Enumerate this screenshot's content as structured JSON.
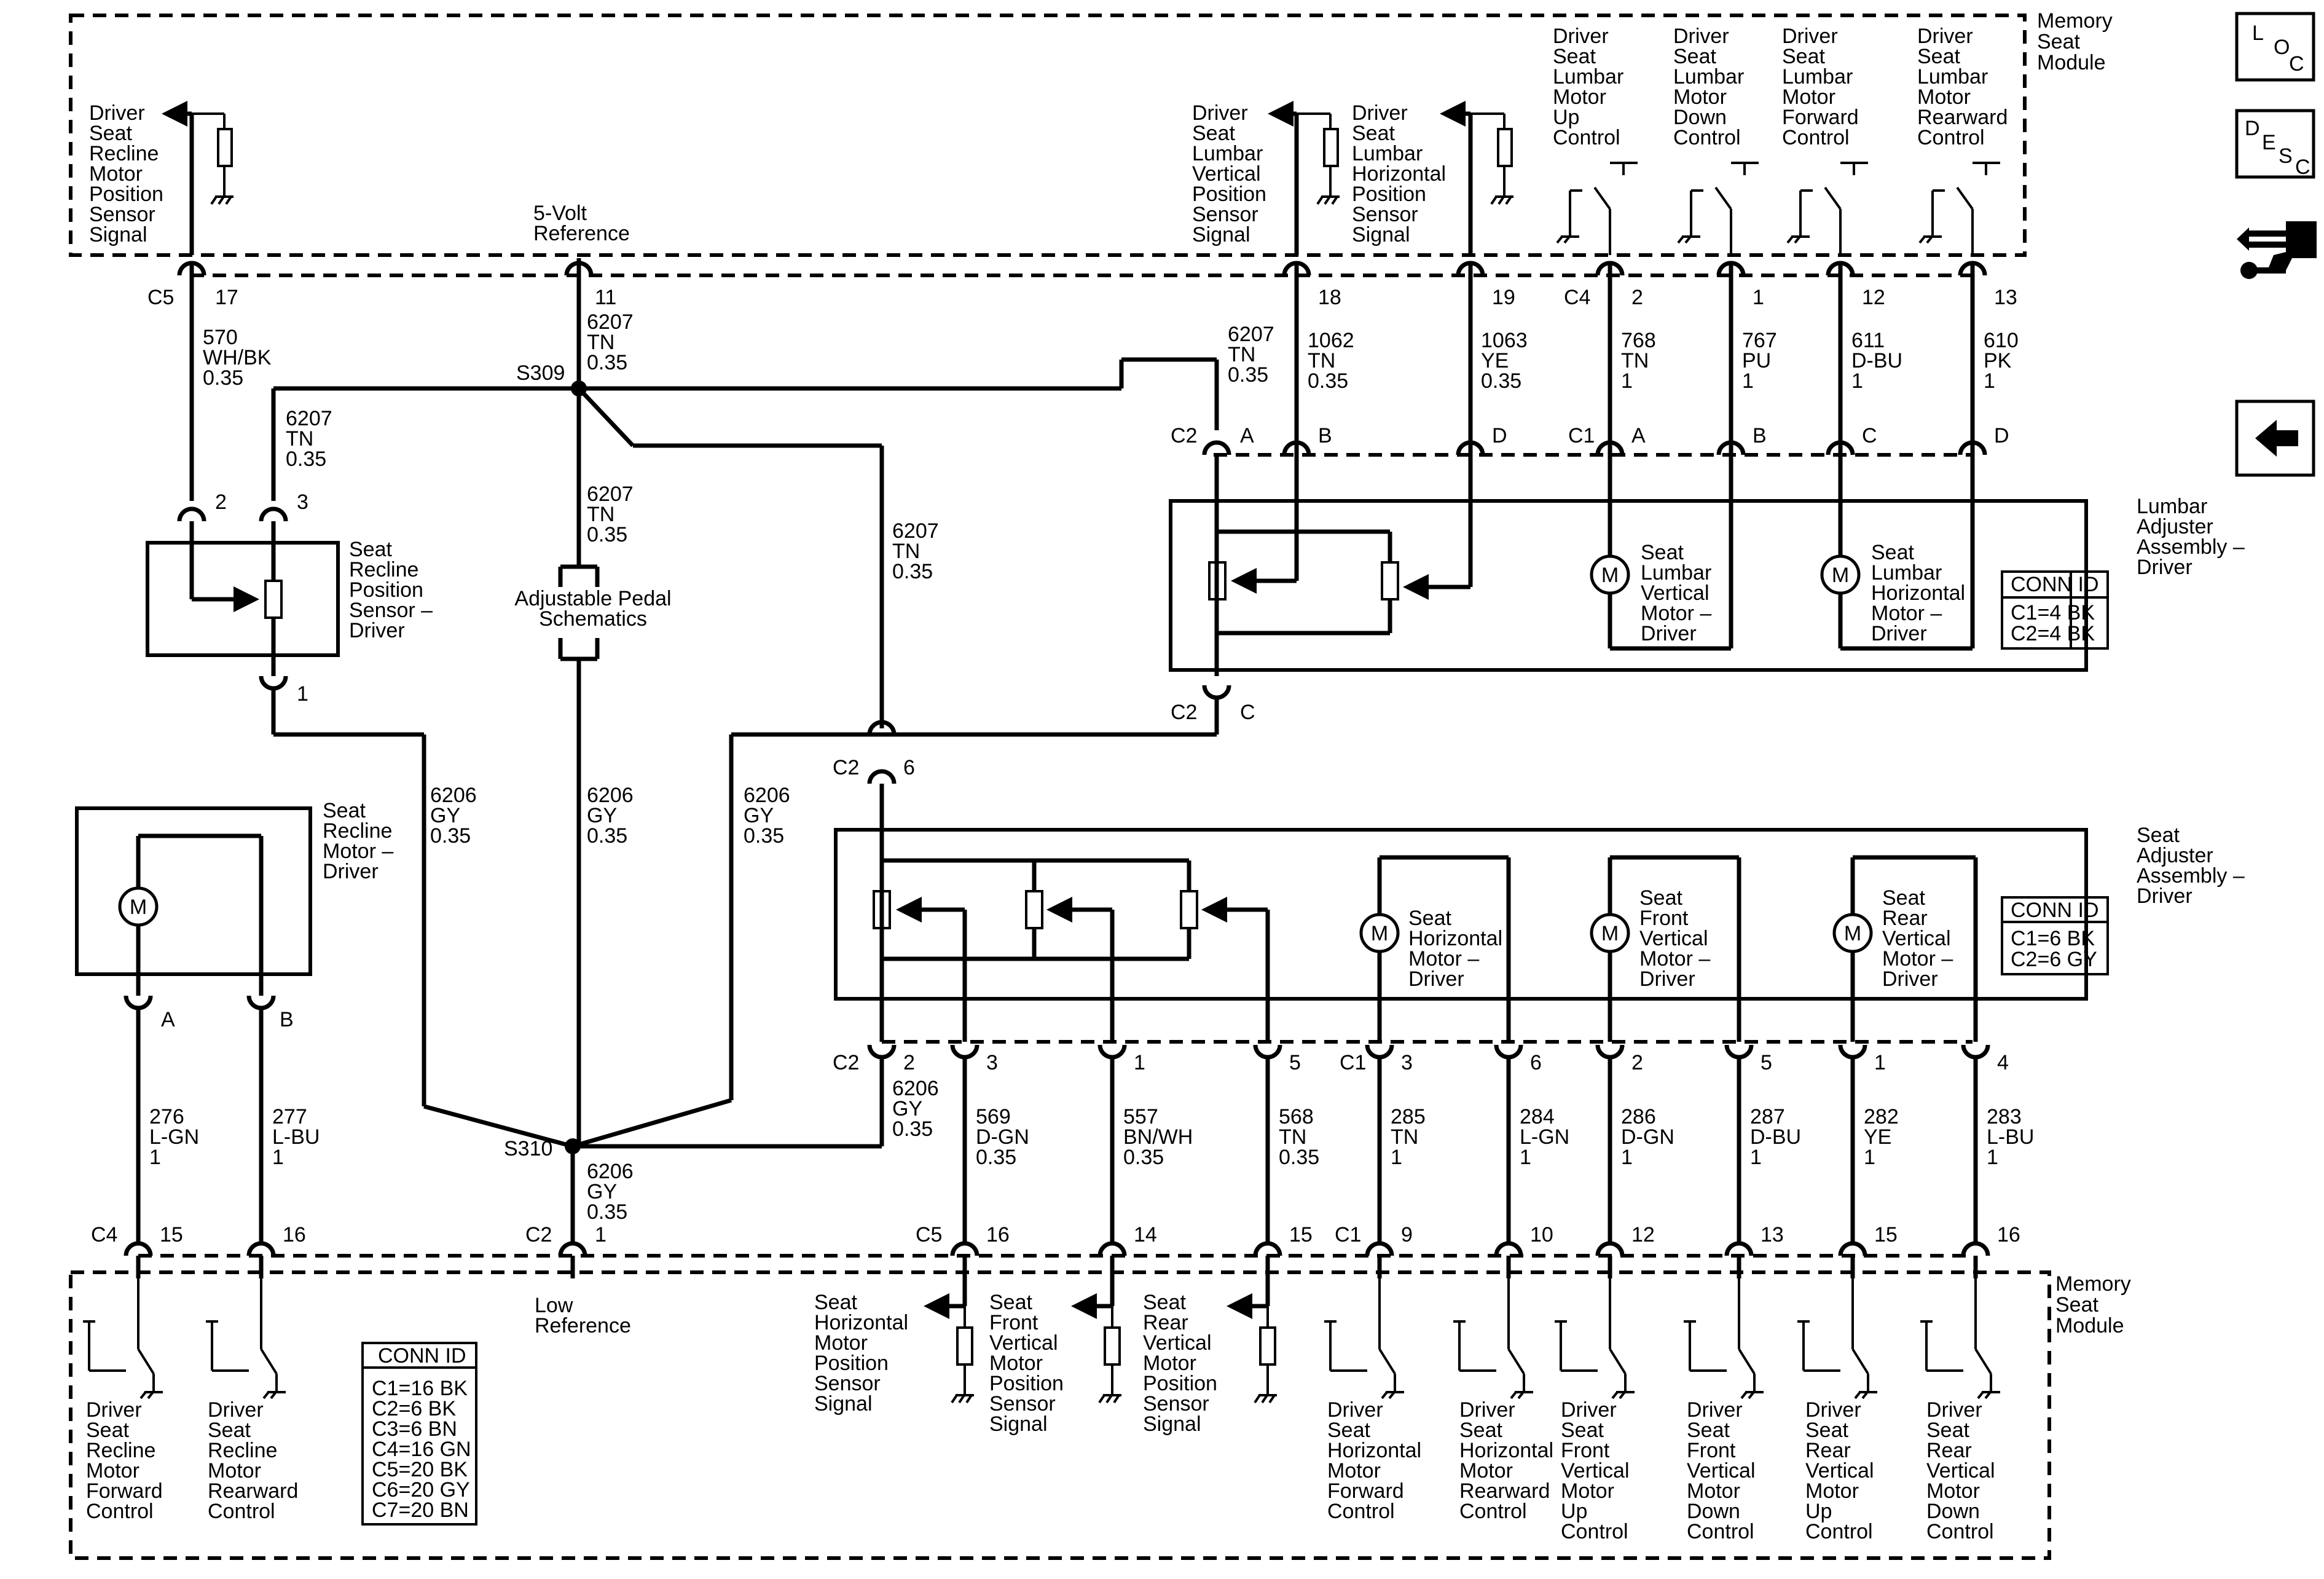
{
  "module_top_label": [
    "Memory",
    "Seat",
    "Module"
  ],
  "module_bottom_label": [
    "Memory",
    "Seat",
    "Module"
  ],
  "top_signal_recline": [
    "Driver",
    "Seat",
    "Recline",
    "Motor",
    "Position",
    "Sensor",
    "Signal"
  ],
  "five_volt_ref": [
    "5-Volt",
    "Reference"
  ],
  "top_signal_lumbar_vert": [
    "Driver",
    "Seat",
    "Lumbar",
    "Vertical",
    "Position",
    "Sensor",
    "Signal"
  ],
  "top_signal_lumbar_horiz": [
    "Driver",
    "Seat",
    "Lumbar",
    "Horizontal",
    "Position",
    "Sensor",
    "Signal"
  ],
  "lumbar_controls": [
    [
      "Driver",
      "Seat",
      "Lumbar",
      "Motor",
      "Up",
      "Control"
    ],
    [
      "Driver",
      "Seat",
      "Lumbar",
      "Motor",
      "Down",
      "Control"
    ],
    [
      "Driver",
      "Seat",
      "Lumbar",
      "Motor",
      "Forward",
      "Control"
    ],
    [
      "Driver",
      "Seat",
      "Lumbar",
      "Motor",
      "Rearward",
      "Control"
    ]
  ],
  "top_pins": {
    "c5": "C5",
    "p17": "17",
    "p11": "11",
    "p18": "18",
    "p19": "19",
    "c4": "C4",
    "p2": "2",
    "p1": "1",
    "p12": "12",
    "p13": "13"
  },
  "wires_top": {
    "w570": [
      "570",
      "WH/BK",
      "0.35"
    ],
    "w6207a": [
      "6207",
      "TN",
      "0.35"
    ],
    "w1062": [
      "1062",
      "TN",
      "0.35"
    ],
    "w1063": [
      "1063",
      "YE",
      "0.35"
    ],
    "w768": [
      "768",
      "TN",
      "1"
    ],
    "w767": [
      "767",
      "PU",
      "1"
    ],
    "w611": [
      "611",
      "D-BU",
      "1"
    ],
    "w610": [
      "610",
      "PK",
      "1"
    ],
    "w6207b": [
      "6207",
      "TN",
      "0.35"
    ],
    "w6207c": [
      "6207",
      "TN",
      "0.35"
    ],
    "w6207d": [
      "6207",
      "TN",
      "0.35"
    ],
    "w6207e": [
      "6207",
      "TN",
      "0.35"
    ]
  },
  "splice": {
    "s309": "S309",
    "s310": "S310"
  },
  "adjustable_pedal": [
    "Adjustable Pedal",
    "Schematics"
  ],
  "recline_sensor": [
    "Seat",
    "Recline",
    "Position",
    "Sensor –",
    "Driver"
  ],
  "recline_sensor_pins": {
    "p2": "2",
    "p3": "3",
    "p1": "1"
  },
  "lumbar_assembly": [
    "Lumbar",
    "Adjuster",
    "Assembly –",
    "Driver"
  ],
  "lumbar_pins": {
    "c2": "C2",
    "a": "A",
    "b": "B",
    "d": "D",
    "c1": "C1",
    "a1": "A",
    "b1": "B",
    "c1p": "C",
    "d1": "D",
    "c2b": "C2",
    "cb": "C"
  },
  "lumbar_motor_vert": [
    "Seat",
    "Lumbar",
    "Vertical",
    "Motor –",
    "Driver"
  ],
  "lumbar_motor_horiz": [
    "Seat",
    "Lumbar",
    "Horizontal",
    "Motor –",
    "Driver"
  ],
  "conn_id_lumbar": {
    "title": "CONN ID",
    "lines": [
      "C1=4 BK",
      "C2=4 BK"
    ]
  },
  "wires_mid": {
    "w6206a": [
      "6206",
      "GY",
      "0.35"
    ],
    "w6206b": [
      "6206",
      "GY",
      "0.35"
    ],
    "w6206c": [
      "6206",
      "GY",
      "0.35"
    ],
    "w6206d": [
      "6206",
      "GY",
      "0.35"
    ],
    "w6206e": [
      "6206",
      "GY",
      "0.35"
    ]
  },
  "recline_motor": [
    "Seat",
    "Recline",
    "Motor –",
    "Driver"
  ],
  "recline_motor_pins": {
    "a": "A",
    "b": "B"
  },
  "seat_adjuster": [
    "Seat",
    "Adjuster",
    "Assembly –",
    "Driver"
  ],
  "seat_adjuster_c2_6": {
    "c2": "C2",
    "p6": "6"
  },
  "seat_motors": [
    [
      "Seat",
      "Horizontal",
      "Motor –",
      "Driver"
    ],
    [
      "Seat",
      "Front",
      "Vertical",
      "Motor –",
      "Driver"
    ],
    [
      "Seat",
      "Rear",
      "Vertical",
      "Motor –",
      "Driver"
    ]
  ],
  "conn_id_seat": {
    "title": "CONN ID",
    "lines": [
      "C1=6 BK",
      "C2=6 GY"
    ]
  },
  "adjuster_bottom_pins": {
    "c2": "C2",
    "p2": "2",
    "p3": "3",
    "p1": "1",
    "p5": "5",
    "c1": "C1",
    "q3": "3",
    "q6": "6",
    "q2": "2",
    "q5": "5",
    "q1": "1",
    "q4": "4"
  },
  "wires_bottom": {
    "w276": [
      "276",
      "L-GN",
      "1"
    ],
    "w277": [
      "277",
      "L-BU",
      "1"
    ],
    "w569": [
      "569",
      "D-GN",
      "0.35"
    ],
    "w557": [
      "557",
      "BN/WH",
      "0.35"
    ],
    "w568": [
      "568",
      "TN",
      "0.35"
    ],
    "w285": [
      "285",
      "TN",
      "1"
    ],
    "w284": [
      "284",
      "L-GN",
      "1"
    ],
    "w286": [
      "286",
      "D-GN",
      "1"
    ],
    "w287": [
      "287",
      "D-BU",
      "1"
    ],
    "w282": [
      "282",
      "YE",
      "1"
    ],
    "w283": [
      "283",
      "L-BU",
      "1"
    ]
  },
  "bottom_pins": {
    "c4": "C4",
    "p15": "15",
    "p16": "16",
    "c2": "C2",
    "p1": "1",
    "c5": "C5",
    "q16": "16",
    "q14": "14",
    "q15": "15",
    "c1": "C1",
    "r9": "9",
    "r10": "10",
    "r12": "12",
    "r13": "13",
    "r15": "15",
    "r16": "16"
  },
  "low_reference": [
    "Low",
    "Reference"
  ],
  "bottom_signals": [
    [
      "Seat",
      "Horizontal",
      "Motor",
      "Position",
      "Sensor",
      "Signal"
    ],
    [
      "Seat",
      "Front",
      "Vertical",
      "Motor",
      "Position",
      "Sensor",
      "Signal"
    ],
    [
      "Seat",
      "Rear",
      "Vertical",
      "Motor",
      "Position",
      "Sensor",
      "Signal"
    ]
  ],
  "bottom_controls": [
    [
      "Driver",
      "Seat",
      "Recline",
      "Motor",
      "Forward",
      "Control"
    ],
    [
      "Driver",
      "Seat",
      "Recline",
      "Motor",
      "Rearward",
      "Control"
    ],
    [
      "Driver",
      "Seat",
      "Horizontal",
      "Motor",
      "Forward",
      "Control"
    ],
    [
      "Driver",
      "Seat",
      "Horizontal",
      "Motor",
      "Rearward",
      "Control"
    ],
    [
      "Driver",
      "Seat",
      "Front",
      "Vertical",
      "Motor",
      "Up",
      "Control"
    ],
    [
      "Driver",
      "Seat",
      "Front",
      "Vertical",
      "Motor",
      "Down",
      "Control"
    ],
    [
      "Driver",
      "Seat",
      "Rear",
      "Vertical",
      "Motor",
      "Up",
      "Control"
    ],
    [
      "Driver",
      "Seat",
      "Rear",
      "Vertical",
      "Motor",
      "Down",
      "Control"
    ]
  ],
  "conn_id_module": {
    "title": "CONN ID",
    "lines": [
      "C1=16 BK",
      "C2=6 BK",
      "C3=6 BN",
      "C4=16 GN",
      "C5=20 BK",
      "C6=20 GY",
      "C7=20 BN"
    ]
  },
  "nav": {
    "loc": {
      "l": "L",
      "o": "O",
      "c": "C"
    },
    "desc": {
      "d": "D",
      "e": "E",
      "s": "S",
      "c": "C"
    }
  }
}
